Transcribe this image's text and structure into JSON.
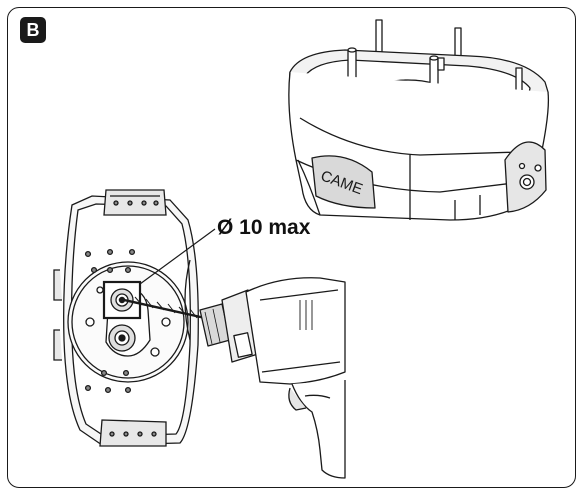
{
  "figure": {
    "panel_letter": "B",
    "dimension_label": "Ø 10 max",
    "brand_on_box": "CAME"
  },
  "colors": {
    "line": "#1a1a1a",
    "fill_light": "#f2f2f2",
    "fill_mid": "#d9d9d9",
    "fill_dark": "#bdbdbd",
    "badge_bg": "#1a1a1a"
  },
  "icons": [
    "junction-box-illustration",
    "base-plate-illustration",
    "drill-illustration"
  ]
}
